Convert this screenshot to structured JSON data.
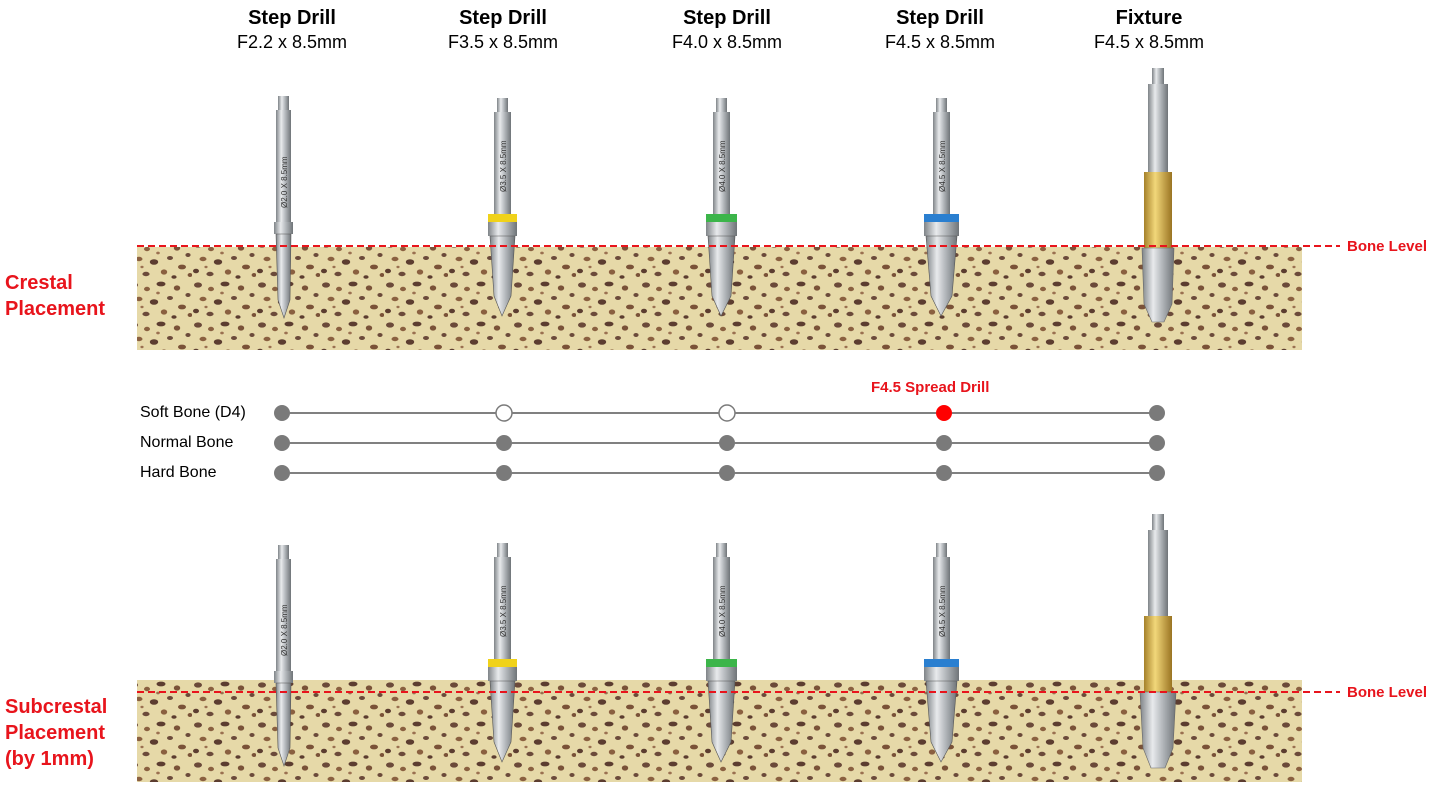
{
  "columns": [
    {
      "title": "Step Drill",
      "size": "F2.2 x 8.5mm",
      "band_color": "",
      "engraving": "Ø2.0 X 8.5mm"
    },
    {
      "title": "Step Drill",
      "size": "F3.5 x 8.5mm",
      "band_color": "#f0d21a",
      "engraving": "Ø3.5 X 8.5mm"
    },
    {
      "title": "Step Drill",
      "size": "F4.0 x 8.5mm",
      "band_color": "#3cb54a",
      "engraving": "Ø4.0 X 8.5mm"
    },
    {
      "title": "Step Drill",
      "size": "F4.5 x 8.5mm",
      "band_color": "#2a7fd0",
      "engraving": "Ø4.5 X 8.5mm"
    },
    {
      "title": "Fixture",
      "size": "F4.5 x 8.5mm",
      "band_color": "",
      "engraving": ""
    }
  ],
  "sections": {
    "crestal": {
      "label_line1": "Crestal",
      "label_line2": "Placement",
      "bone_level_label": "Bone Level"
    },
    "subcrestal": {
      "label_line1": "Subcrestal",
      "label_line2": "Placement",
      "label_line3": "(by 1mm)",
      "bone_level_label": "Bone Level"
    }
  },
  "density_rows": [
    {
      "label": "Soft Bone (D4)",
      "steps": [
        "filled",
        "empty",
        "empty",
        "red",
        "filled"
      ]
    },
    {
      "label": "Normal Bone",
      "steps": [
        "filled",
        "filled",
        "filled",
        "filled",
        "filled"
      ]
    },
    {
      "label": "Hard Bone",
      "steps": [
        "filled",
        "filled",
        "filled",
        "filled",
        "filled"
      ]
    }
  ],
  "spread_drill_label": "F4.5 Spread Drill",
  "colors": {
    "accent_red": "#e8141c",
    "step_filled": "#7a7a7a",
    "step_red": "#ff0000",
    "bone_base": "#e6d9a8",
    "bone_pore": "#6b4a3a"
  }
}
